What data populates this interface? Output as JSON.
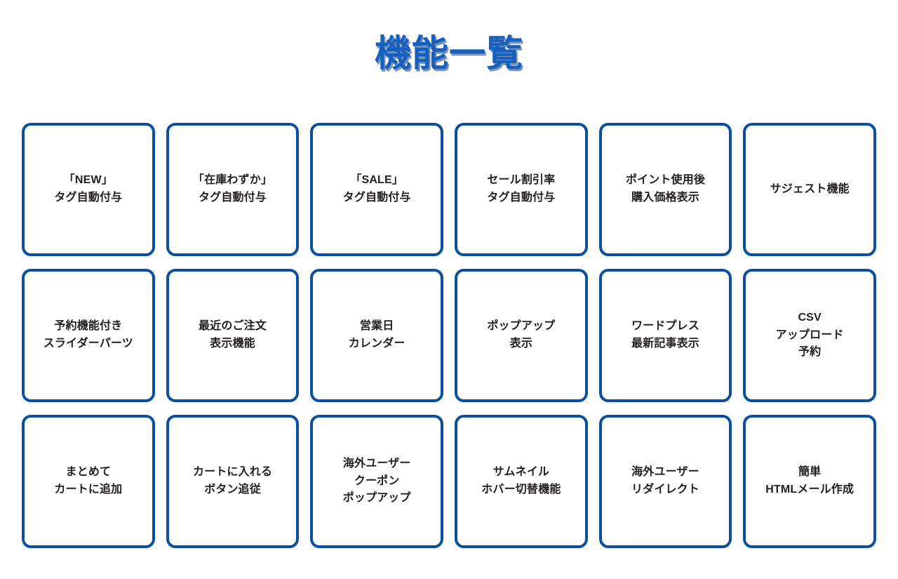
{
  "page": {
    "title": "機能一覧",
    "background_color": "#ffffff",
    "title_color": "#1860bd",
    "card_border_color": "#0b50a0",
    "card_text_color": "#231f20",
    "grid_columns": 6,
    "grid_rows": 3
  },
  "features": [
    {
      "label": "「NEW」\nタグ自動付与"
    },
    {
      "label": "「在庫わずか」\nタグ自動付与"
    },
    {
      "label": "「SALE」\nタグ自動付与"
    },
    {
      "label": "セール割引率\nタグ自動付与"
    },
    {
      "label": "ポイント使用後\n購入価格表示"
    },
    {
      "label": "サジェスト機能"
    },
    {
      "label": "予約機能付き\nスライダーパーツ"
    },
    {
      "label": "最近のご注文\n表示機能"
    },
    {
      "label": "営業日\nカレンダー"
    },
    {
      "label": "ポップアップ\n表示"
    },
    {
      "label": "ワードプレス\n最新記事表示"
    },
    {
      "label": "CSV\nアップロード\n予約"
    },
    {
      "label": "まとめて\nカートに追加"
    },
    {
      "label": "カートに入れる\nボタン追従"
    },
    {
      "label": "海外ユーザー\nクーポン\nポップアップ"
    },
    {
      "label": "サムネイル\nホバー切替機能"
    },
    {
      "label": "海外ユーザー\nリダイレクト"
    },
    {
      "label": "簡単\nHTMLメール作成"
    }
  ]
}
